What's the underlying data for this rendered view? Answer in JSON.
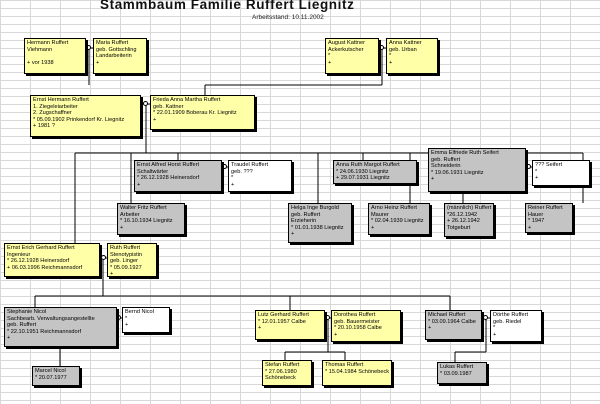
{
  "header": {
    "title": "Stammbaum Familie Ruffert   Liegnitz",
    "status": "Arbeitsstand: 10.11.2002"
  },
  "persons": {
    "hermann": {
      "name": "Hermann Ruffert",
      "l1": "Viehmann",
      "l2": "",
      "l3": "+ vor 1938"
    },
    "maria": {
      "name": "Maria Ruffert",
      "l1": "geb. Gottschling",
      "l2": "Landarbeiterin",
      "l3": "+"
    },
    "august": {
      "name": "August Kattner",
      "l1": "Ackerkutscher",
      "l2": "*",
      "l3": "+"
    },
    "anna_k": {
      "name": "Anna Kattner",
      "l1": "geb. Urban",
      "l2": "*",
      "l3": "+"
    },
    "ernst_h": {
      "name": "Ernst Hermann Ruffert",
      "l1": "1. Ziegeleiarbeiter",
      "l2": "2. Zugschaffner",
      "l3": "* 05.09.1902 Prinkendorf Kr. Liegnitz",
      "l4": "+ 1981 ?"
    },
    "frieda": {
      "name": "Frieda Anna Martha Ruffert",
      "l1": "geb. Kattner",
      "l2": "* 22.01.1909 Boberau Kr. Liegnitz",
      "l3": "+"
    },
    "ernst_a": {
      "name": "Ernst Alfred Horst Ruffert",
      "l1": "Schaltwärter",
      "l2": "* 26.12.1928 Heinersdorf",
      "l3": "+"
    },
    "traudel": {
      "name": "Traudel Ruffert",
      "l1": "geb. ???",
      "l2": "*",
      "l3": "+"
    },
    "anna_m": {
      "name": "Anna Ruth Margot Ruffert",
      "l1": "* 24.06.1930 Liegnitz",
      "l2": "+ 29.07.1931 Liegnitz"
    },
    "emma": {
      "name": "Emma Elfriede Ruth Seifert",
      "l1": "geb. Ruffert",
      "l2": "Schneiderin",
      "l3": "* 19.06.1931 Liegnitz",
      "l4": "+"
    },
    "seifert": {
      "name": "??? Seifert",
      "l1": "*",
      "l2": "+"
    },
    "walter": {
      "name": "Walter Fritz Ruffert",
      "l1": "Arbeiter",
      "l2": "* 16.10.1934 Liegnitz",
      "l3": "+"
    },
    "helga": {
      "name": "Helga Inge Burgold",
      "l1": "geb. Ruffert",
      "l2": "Erzieherin",
      "l3": "* 01.01.1938 Liegnitz",
      "l4": "+"
    },
    "arno": {
      "name": "Arno Heinz Ruffert",
      "l1": "Maurer",
      "l2": "* 02.04.1939 Liegnitz",
      "l3": "+"
    },
    "maennlich": {
      "name": "(männlich) Ruffert",
      "l1": "*26.12.1942",
      "l2": "+ 26.12.1942",
      "l3": "Totgeburt"
    },
    "reiner": {
      "name": "Reiner Ruffert",
      "l1": "Hauer",
      "l2": "* 1947",
      "l3": "+"
    },
    "ernst_e": {
      "name": "Ernst Erich Gerhard Ruffert",
      "l1": "Ingenieur",
      "l2": "* 26.12.1928 Heinersdorf",
      "l3": "+ 06.03.1996 Reichmannsdorf"
    },
    "ruth": {
      "name": "Ruth Ruffert",
      "l1": "Stenotypistin",
      "l2": "geb. Linger",
      "l3": "* 05.09.1927",
      "l4": "+"
    },
    "stephanie": {
      "name": "Stephanie Nicol",
      "l1": "Sachbearb. Verwaltungsangestellte",
      "l2": "geb. Ruffert",
      "l3": "* 22.10.1951 Reichmannsdorf",
      "l4": "+"
    },
    "bernd": {
      "name": "Bernd Nicol",
      "l1": "*",
      "l2": "+"
    },
    "lutz": {
      "name": "Lutz Gerhard Ruffert",
      "l1": "* 12.01.1957 Calbe",
      "l2": "+"
    },
    "dorothea": {
      "name": "Dorothea Ruffert",
      "l1": "geb. Bauermeister",
      "l2": "* 20.10.1958 Calbe",
      "l3": "+"
    },
    "michael": {
      "name": "Michael Ruffert",
      "l1": "* 03.09.1964 Calbe",
      "l2": "+"
    },
    "doerthe": {
      "name": "Dörthe Ruffert",
      "l1": "geb. Riedel",
      "l2": "*",
      "l3": "+"
    },
    "marcel": {
      "name": "Marcel Nicol",
      "l1": "* 20.07.1977"
    },
    "stefan": {
      "name": "Stefan Ruffert",
      "l1": "* 27.06.1980",
      "l2": "Schönebeck"
    },
    "thomas": {
      "name": "Thomas Ruffert",
      "l1": "* 15.04.1984 Schönebeck"
    },
    "lukas": {
      "name": "Lukas Ruffert",
      "l1": "* 03.09.1987"
    }
  },
  "colors": {
    "ancestor": "#ffffa8",
    "descendant_line": "#ffffa8",
    "other": "#c4c4c4",
    "spouse": "#ffffff",
    "grid": "#d8d8d8"
  }
}
